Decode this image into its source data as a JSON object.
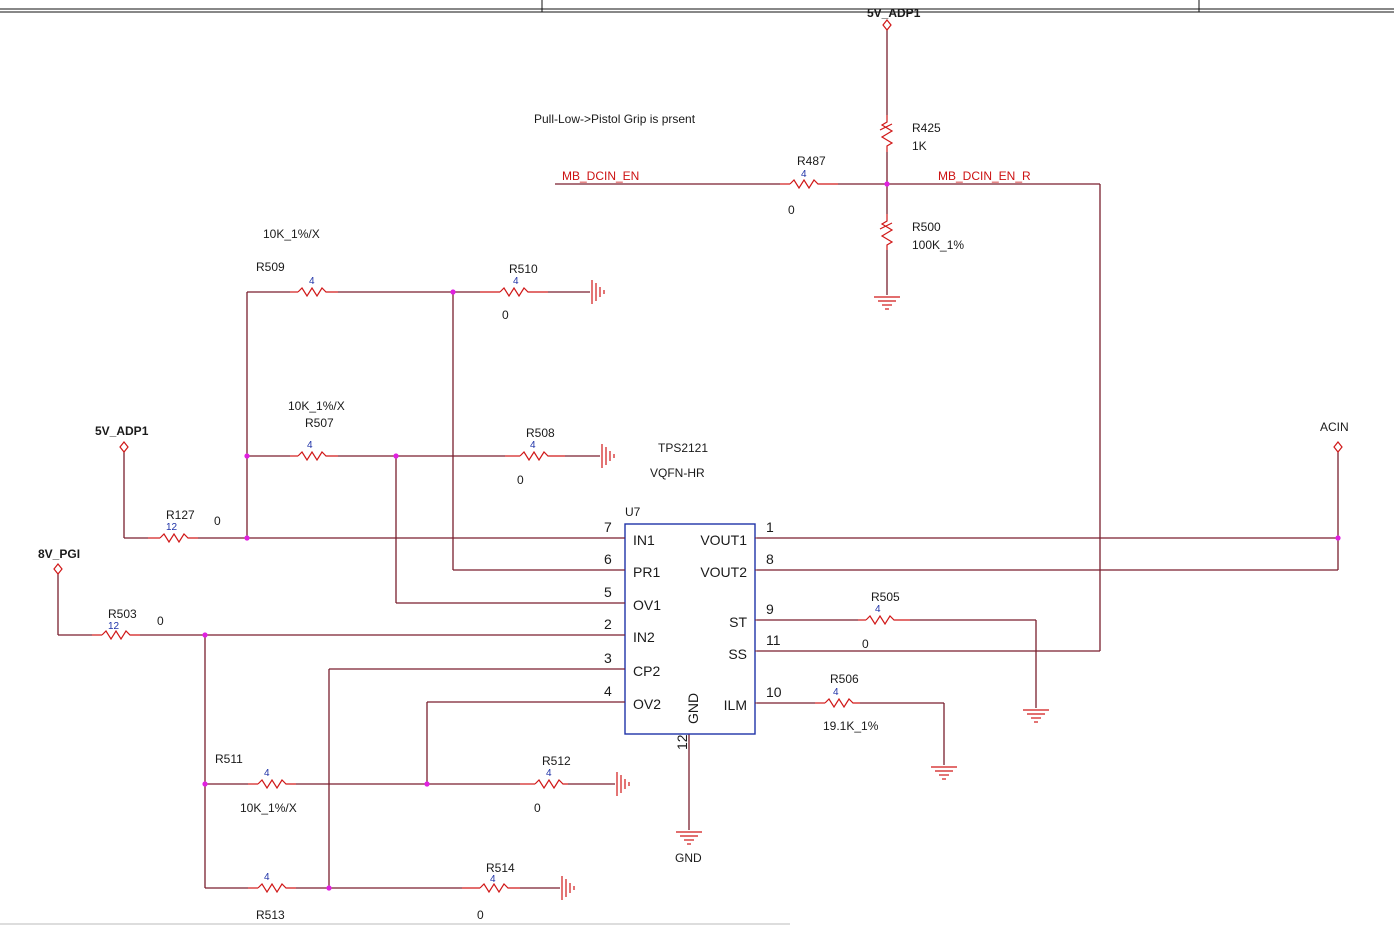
{
  "power_nets": {
    "top_rail": "5V_ADP1",
    "left_rail": "5V_ADP1",
    "pgi_rail": "8V_PGI",
    "acin": "ACIN"
  },
  "nets": {
    "dcin_en": "MB_DCIN_EN",
    "dcin_en_r": "MB_DCIN_EN_R"
  },
  "note": "Pull-Low->Pistol Grip is prsent",
  "ic": {
    "ref": "U7",
    "part": "TPS2121",
    "package": "VQFN-HR",
    "left_pins": [
      {
        "num": "7",
        "name": "IN1"
      },
      {
        "num": "6",
        "name": "PR1"
      },
      {
        "num": "5",
        "name": "OV1"
      },
      {
        "num": "2",
        "name": "IN2"
      },
      {
        "num": "3",
        "name": "CP2"
      },
      {
        "num": "4",
        "name": "OV2"
      }
    ],
    "right_pins": [
      {
        "num": "1",
        "name": "VOUT1"
      },
      {
        "num": "8",
        "name": "VOUT2"
      },
      {
        "num": "9",
        "name": "ST"
      },
      {
        "num": "11",
        "name": "SS"
      },
      {
        "num": "10",
        "name": "ILM"
      }
    ],
    "gnd_pin": {
      "num": "12",
      "name": "GND"
    }
  },
  "gnd_label": "GND",
  "resistors": {
    "R425": {
      "ref": "R425",
      "value": "1K"
    },
    "R500": {
      "ref": "R500",
      "value": "100K_1%"
    },
    "R487": {
      "ref": "R487",
      "value": "0",
      "size": "4"
    },
    "R509": {
      "ref": "R509",
      "value": "10K_1%/X",
      "size": "4"
    },
    "R510": {
      "ref": "R510",
      "value": "0",
      "size": "4"
    },
    "R507": {
      "ref": "R507",
      "value": "10K_1%/X",
      "size": "4"
    },
    "R508": {
      "ref": "R508",
      "value": "0",
      "size": "4"
    },
    "R127": {
      "ref": "R127",
      "value": "0",
      "size": "12"
    },
    "R503": {
      "ref": "R503",
      "value": "0",
      "size": "12"
    },
    "R505": {
      "ref": "R505",
      "value": "0",
      "size": "4"
    },
    "R506": {
      "ref": "R506",
      "value": "19.1K_1%",
      "size": "4"
    },
    "R511": {
      "ref": "R511",
      "value": "10K_1%/X",
      "size": "4"
    },
    "R512": {
      "ref": "R512",
      "value": "0",
      "size": "4"
    },
    "R513": {
      "ref": "R513",
      "size": "4"
    },
    "R514": {
      "ref": "R514",
      "value": "0",
      "size": "4"
    }
  },
  "colors": {
    "wire": "#7a1f2e",
    "net_label": "#cc1111",
    "component": "#d01818",
    "ic_outline": "#1f33a8",
    "junction": "#e020e0"
  }
}
